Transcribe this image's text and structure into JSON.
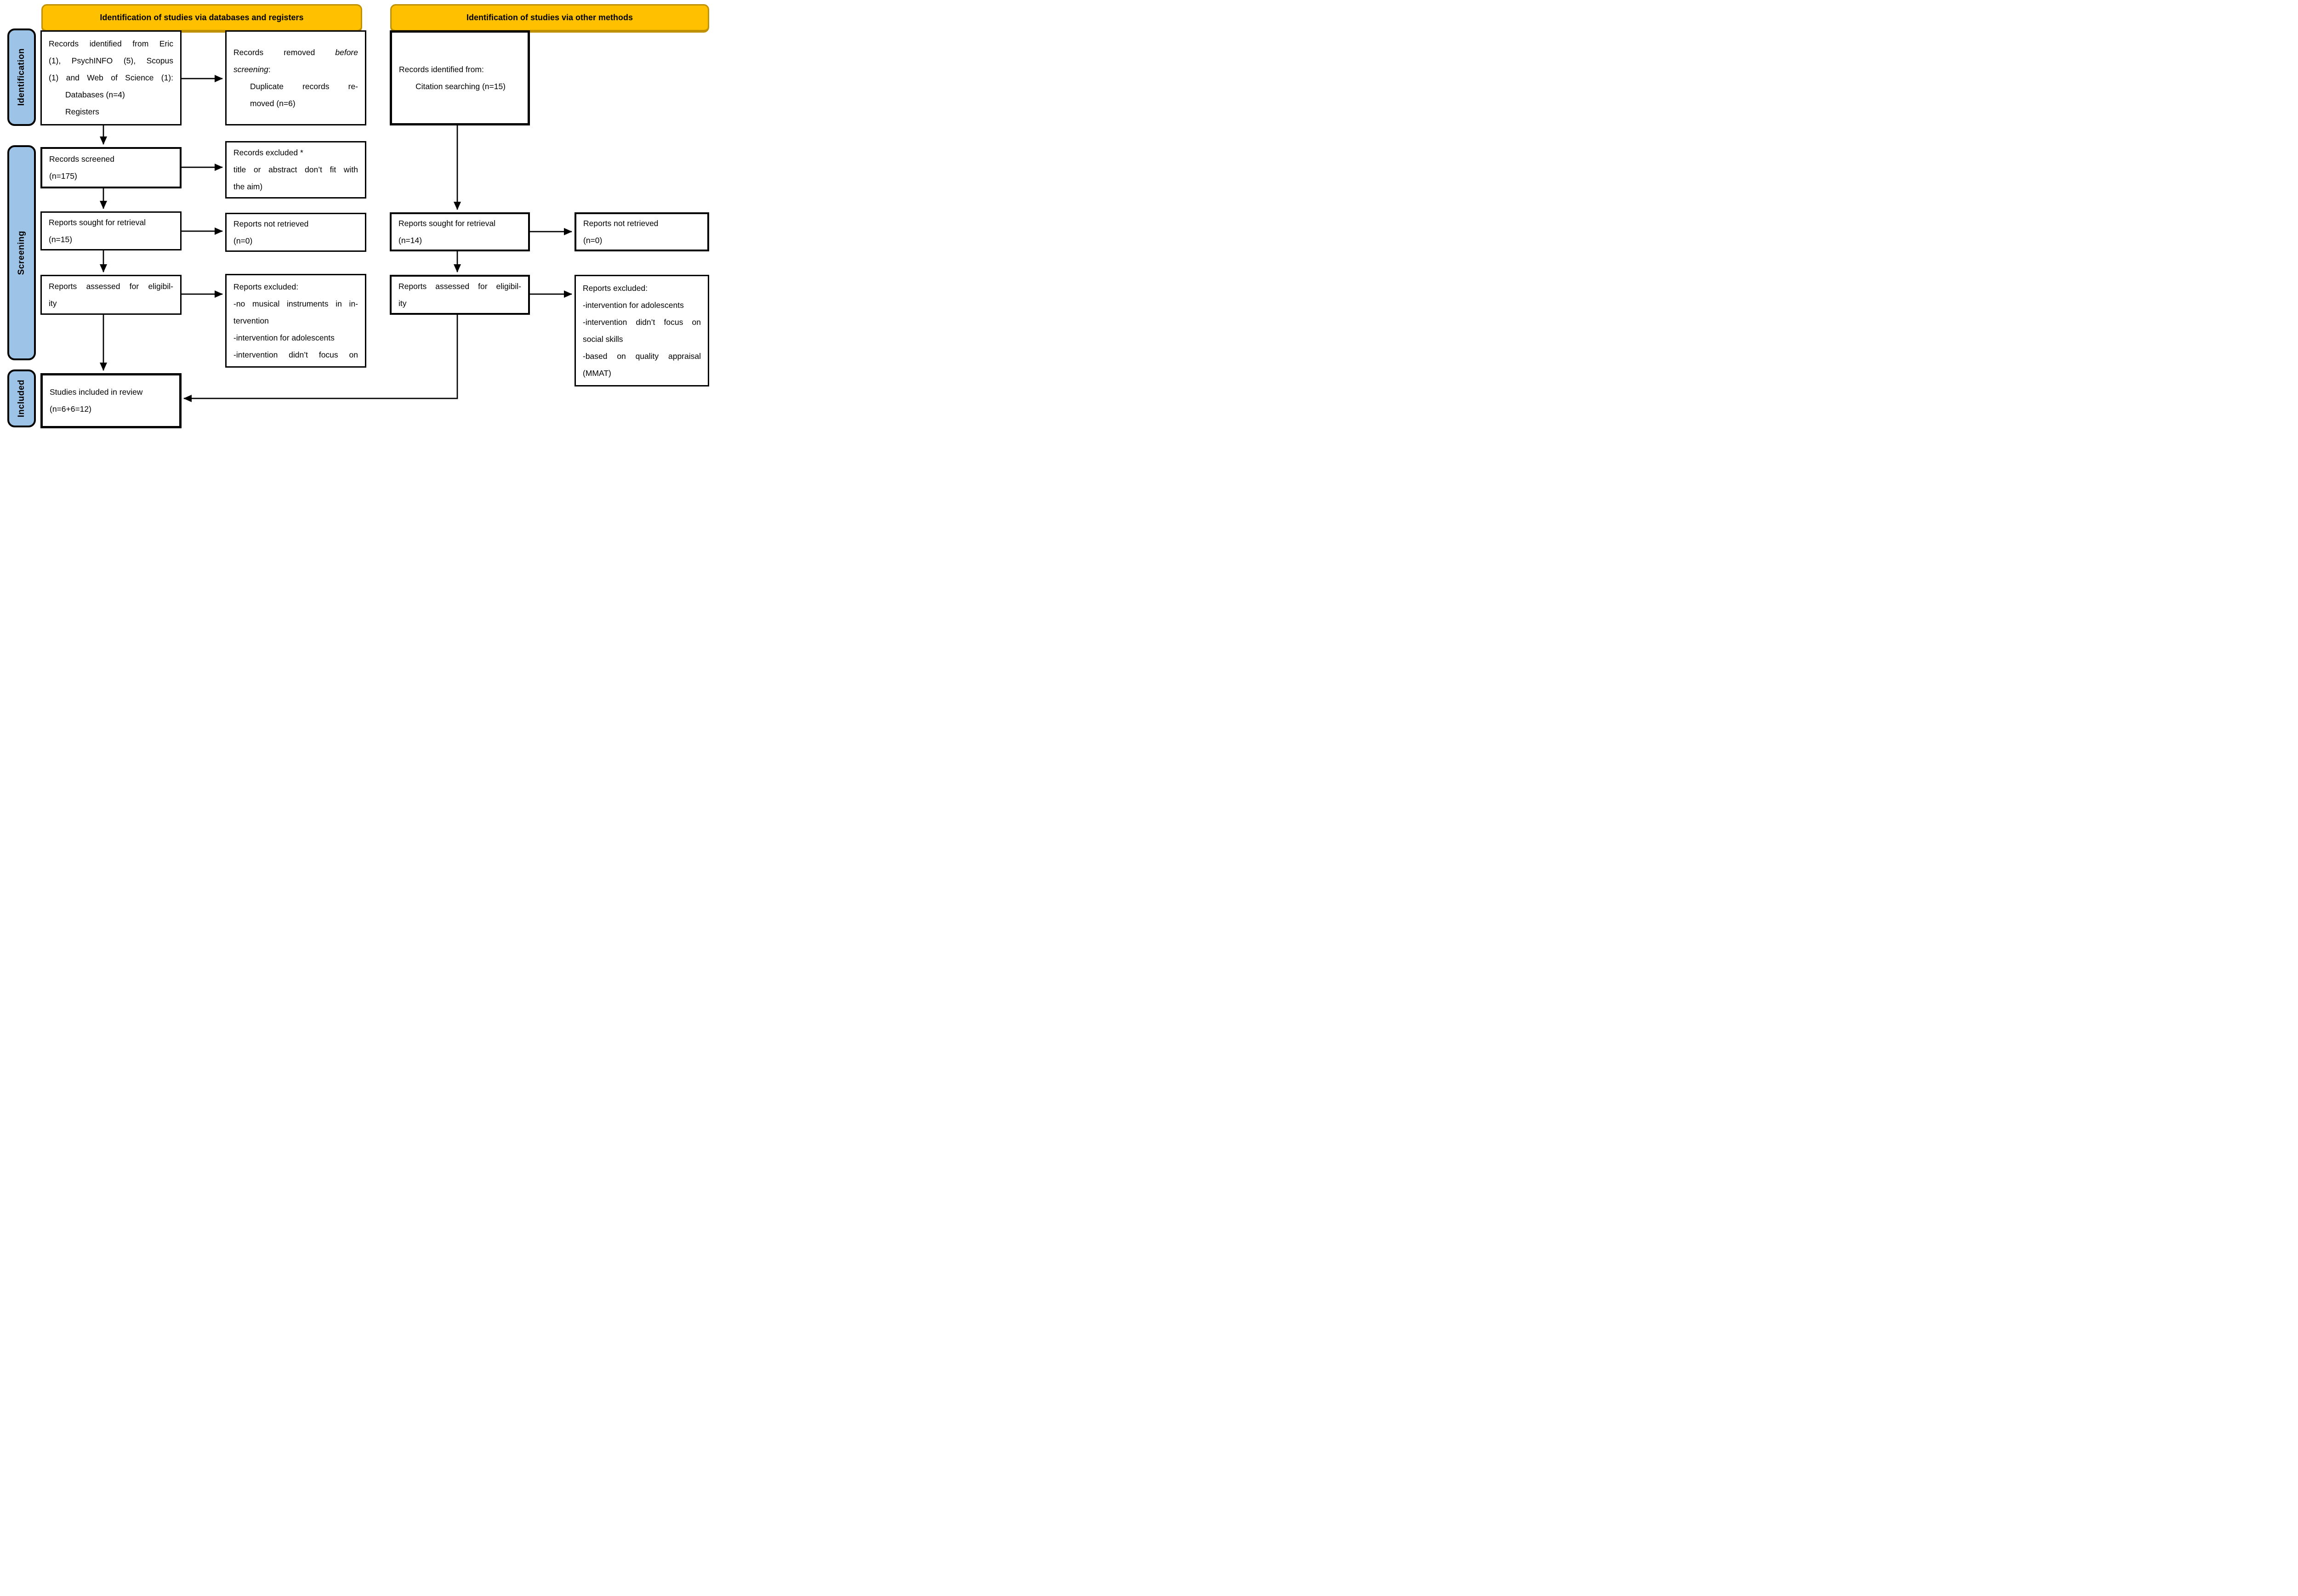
{
  "colors": {
    "header_fill": "#FFC000",
    "header_border": "#BF9000",
    "stage_fill": "#9DC3E6",
    "box_border": "#000000",
    "background": "#FFFFFF",
    "text": "#000000"
  },
  "headers": {
    "left": "Identification of studies via databases and registers",
    "right": "Identification of studies via other methods"
  },
  "stages": [
    {
      "label": "Identification"
    },
    {
      "label": "Screening"
    },
    {
      "label": "Included"
    }
  ],
  "boxes": {
    "db_records": {
      "lines": [
        {
          "text": "Records identified from Eric",
          "justify": true
        },
        {
          "text": "(1), PsychINFO (5), Scopus",
          "justify": true
        },
        {
          "text": "(1) and Web of Science (1):",
          "justify": true
        },
        {
          "text": "Databases (n=4)",
          "indent": true
        },
        {
          "text": "Registers",
          "indent": true
        }
      ]
    },
    "removed_before": {
      "lines": [
        {
          "parts": [
            {
              "text": "Records removed "
            },
            {
              "text": "before",
              "italic": true
            }
          ],
          "justify": true
        },
        {
          "parts": [
            {
              "text": "screening",
              "italic": true
            },
            {
              "text": ":"
            }
          ]
        },
        {
          "text": "Duplicate records re-",
          "indent": true,
          "justify": true
        },
        {
          "text": "moved (n=6)",
          "indent": true
        }
      ]
    },
    "records_screened": {
      "lines": [
        {
          "text": "Records screened"
        },
        {
          "text": "(n=175)"
        }
      ]
    },
    "records_excluded": {
      "lines": [
        {
          "text": "Records excluded *"
        },
        {
          "text": "title or abstract don’t fit with",
          "justify": true
        },
        {
          "text": "the aim)"
        }
      ]
    },
    "reports_sought_l": {
      "lines": [
        {
          "text": "Reports sought for retrieval"
        },
        {
          "text": "(n=15)"
        }
      ]
    },
    "reports_not_retrieved_l": {
      "lines": [
        {
          "text": "Reports not retrieved"
        },
        {
          "text": "(n=0)"
        }
      ]
    },
    "reports_assessed_l": {
      "lines": [
        {
          "text": "Reports assessed for eligibil-",
          "justify": true
        },
        {
          "text": "ity"
        }
      ]
    },
    "reports_excluded_l": {
      "lines": [
        {
          "text": "Reports excluded:"
        },
        {
          "text": "-no musical instruments in in-",
          "justify": true
        },
        {
          "text": "tervention"
        },
        {
          "text": "-intervention for adolescents"
        },
        {
          "text": "-intervention didn’t focus on",
          "justify": true
        }
      ]
    },
    "studies_included": {
      "lines": [
        {
          "text": "Studies included in review"
        },
        {
          "text": "(n=6+6=12)"
        }
      ]
    },
    "citation": {
      "lines": [
        {
          "text": "Records identified from:"
        },
        {
          "text": "Citation searching (n=15)",
          "indent": true
        }
      ]
    },
    "reports_sought_r": {
      "lines": [
        {
          "text": "Reports sought for retrieval"
        },
        {
          "text": "(n=14)"
        }
      ]
    },
    "reports_not_retrieved_r": {
      "lines": [
        {
          "text": "Reports not retrieved"
        },
        {
          "text": "(n=0)"
        }
      ]
    },
    "reports_assessed_r": {
      "lines": [
        {
          "text": "Reports assessed for eligibil-",
          "justify": true
        },
        {
          "text": "ity"
        }
      ]
    },
    "reports_excluded_r": {
      "lines": [
        {
          "text": "Reports excluded:"
        },
        {
          "text": "-intervention for adolescents"
        },
        {
          "text": "-intervention didn’t focus on",
          "justify": true
        },
        {
          "text": "social skills"
        },
        {
          "text": "-based on quality appraisal",
          "justify": true
        },
        {
          "text": "(MMAT)"
        }
      ]
    }
  }
}
